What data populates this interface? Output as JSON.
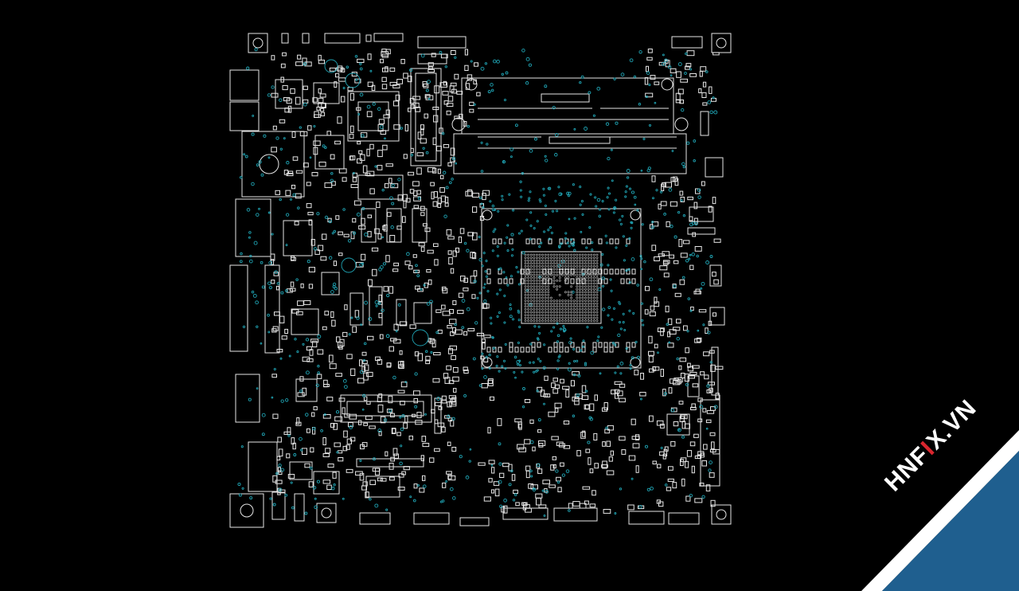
{
  "viewer": {
    "background": "#000000",
    "outline_color": "#e6e6e6",
    "via_color": "#1fa3b3"
  },
  "watermark": {
    "part1": "HNF",
    "part2": "I",
    "part3": "X.VN",
    "band_color": "#1f5f8f",
    "accent_color": "#d8262e"
  }
}
